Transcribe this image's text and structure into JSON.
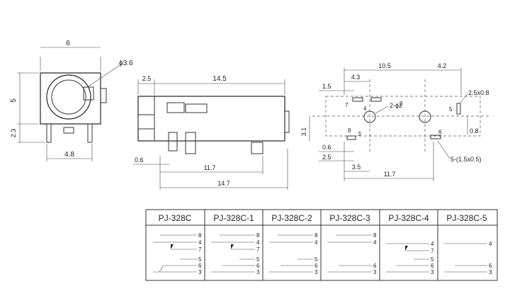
{
  "front_view": {
    "dims": {
      "width": "6",
      "hole": "ϕ3.6",
      "height": "5",
      "base": "2.3",
      "pin_spacing": "4.8"
    }
  },
  "side_view": {
    "dims": {
      "front": "2.5",
      "length": "14.5",
      "offset": "0.6",
      "pin_a": "11.7",
      "pin_b": "14.7"
    }
  },
  "footprint": {
    "dims": {
      "total": "10.5",
      "right": "4.2",
      "a": "4.3",
      "b": "1.5",
      "pad_size": "2.5x0.8",
      "holes": "2-ϕ2",
      "c": "3.1",
      "d": "0.6",
      "e": "2.5",
      "f": "3.5",
      "g": "11.7",
      "h": "0.8",
      "slots": "5-(1.5x0.5)"
    },
    "pad_labels": [
      "7",
      "4",
      "2",
      "5",
      "8",
      "3",
      "6"
    ]
  },
  "table": {
    "columns": [
      "PJ-328C",
      "PJ-328C-1",
      "PJ-328C-2",
      "PJ-328C-3",
      "PJ-328C-4",
      "PJ-328C-5"
    ],
    "pins": [
      [
        "8",
        "4",
        "7",
        "5",
        "6",
        "3"
      ],
      [
        "8",
        "4",
        "7",
        "5",
        "6",
        "3"
      ],
      [
        "8",
        "4",
        "5",
        "6",
        "3"
      ],
      [
        "8",
        "4",
        "6",
        "3"
      ],
      [
        "4",
        "7",
        "5",
        "6",
        "3"
      ],
      [
        "4",
        "6",
        "3"
      ]
    ]
  }
}
